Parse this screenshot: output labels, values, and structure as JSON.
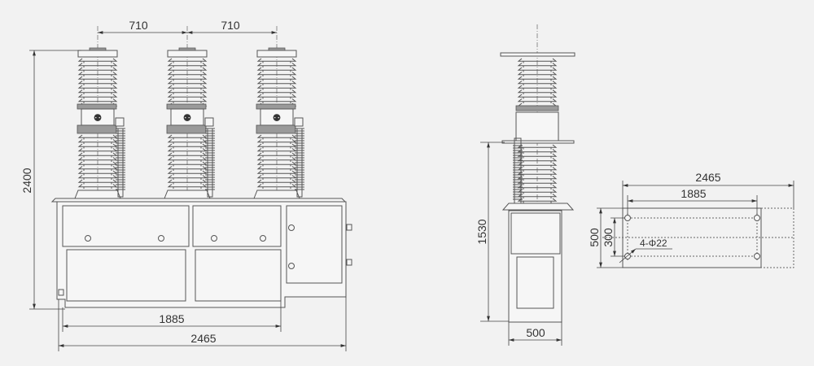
{
  "front_view": {
    "phase_spacing_left": "710",
    "phase_spacing_right": "710",
    "overall_height": "2400",
    "mounting_width": "1885",
    "overall_width": "2465"
  },
  "side_view": {
    "mounting_height": "1530",
    "depth": "500"
  },
  "plan_view": {
    "overall_width": "2465",
    "hole_spacing_x": "1885",
    "depth": "500",
    "hole_spacing_y": "300",
    "holes_label": "4-Φ22"
  }
}
